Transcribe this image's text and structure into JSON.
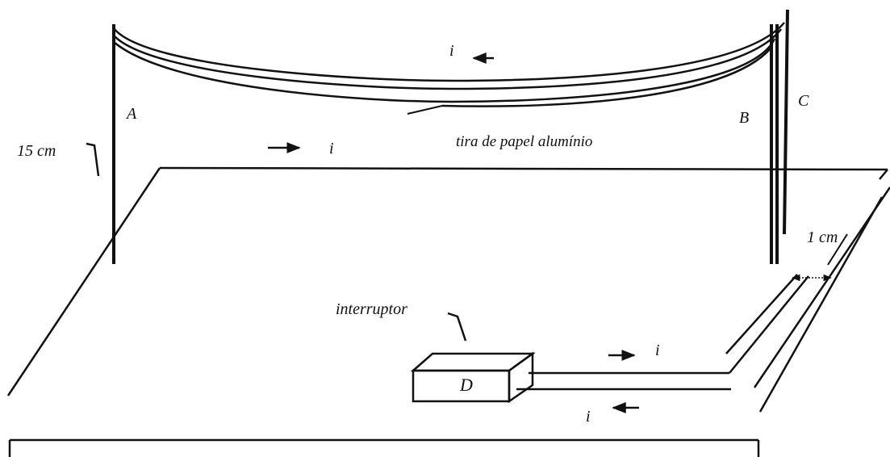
{
  "labels": {
    "post_a": "A",
    "post_b": "B",
    "post_c": "C",
    "switch_d": "D",
    "height": "15 cm",
    "gap": "1 cm",
    "strip": "tira de papel alumínio",
    "switch_label": "interruptor",
    "current_top": "i",
    "current_left": "i",
    "current_upper_wire": "i",
    "current_lower_wire": "i"
  },
  "colors": {
    "ink": "#111111",
    "background": "#ffffff"
  }
}
